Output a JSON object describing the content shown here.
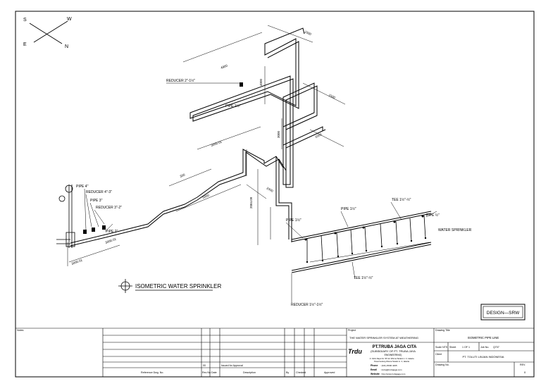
{
  "compass": {
    "s": "S",
    "w": "W",
    "e": "E",
    "n": "N"
  },
  "labels": {
    "reducer_2_1half": "REDUCER 2\"-1½\"",
    "pipe_1half_top": "PIPE 1½\"",
    "pipe_4": "PIPE 4\"",
    "reducer_4_3": "REDUCER 4\"-3\"",
    "pipe_3": "PIPE 3\"",
    "reducer_3_2": "REDUCER 3\"-2\"",
    "pipe_2": "PIPE 2\"",
    "pipe_1half_branch": "PIPE 1½\"",
    "pipe_1half_mid": "PIPE 1½\"",
    "tee": "TEE 1½\"-½\"",
    "pipe_half": "PIPE ½\"",
    "water_sprinkler": "WATER SPRINKLER",
    "tee_lower": "TEE 1½\"-½\"",
    "reducer_lower": "REDUCER 1½\"-1½\""
  },
  "dims": {
    "d1000_top": "1000",
    "d4900": "4900",
    "d4000": "4000",
    "d1500": "1500",
    "d3000": "3000",
    "d1000_mid": "1000",
    "d3000_01": "3000.01",
    "d300": "300",
    "d1200": "1200",
    "d5000": "5000",
    "d3000_01b": "3000.01",
    "d2300": "2300",
    "d2084_09": "2084.09",
    "d3000_01c": "3000.01"
  },
  "drawing_title": "ISOMETRIC WATER SPRINKLER",
  "stamp": "DESIGN—SRW",
  "title_block": {
    "notes_label": "Notes",
    "issued_for": "Issued for Approval",
    "rev_num": "00",
    "ref_dwg": "Reference Dwg. No.",
    "rev_no": "Rev No",
    "date": "Date",
    "description": "Description",
    "drawn_by": "By",
    "checked": "Checked",
    "approved": "Approved",
    "project_label": "Project",
    "project_name": "THE WATER SPRINKLER SYSTEM AT WEATHERING",
    "company_logo": "Trdu",
    "company_name": "PT.TRUBA JAGA CITA",
    "company_sub": "(SUBSIDIARY OF PT. TRUBA JAYA",
    "company_sub2": "ENGINEERING)",
    "company_addr": "Ji. Cikini Raya No. 95 Gd. Wisma Tarakoi Lt. 3, Jakarta",
    "company_addr2": "Pusat Gedung Wisma Tarakoi Lt. 3, Jakarta",
    "company_phone_label": "Phone",
    "company_phone": ": (021) 8000 4465",
    "company_email_label": "Email",
    "company_email": ": truba@trubajaga.com",
    "company_web_label": "Website",
    "company_web": ": http://www.trubajaga.com",
    "drawing_title_label": "Drawing Title",
    "drawing_title_value": "ISOMETRIC PIPE LINE",
    "scale_label": "Scale",
    "scale_value": "NTS",
    "sheet_label": "Sheet",
    "sheet_value": "1  OF  1",
    "job_no_label": "Job No.",
    "job_no_value": "Q707",
    "client_label": "Client",
    "client_value": "PT. TOLUTI LINJAN INDONESIA",
    "drawing_no_label": "Drawing No.",
    "rev_label": "REV.",
    "rev_value": "0"
  }
}
